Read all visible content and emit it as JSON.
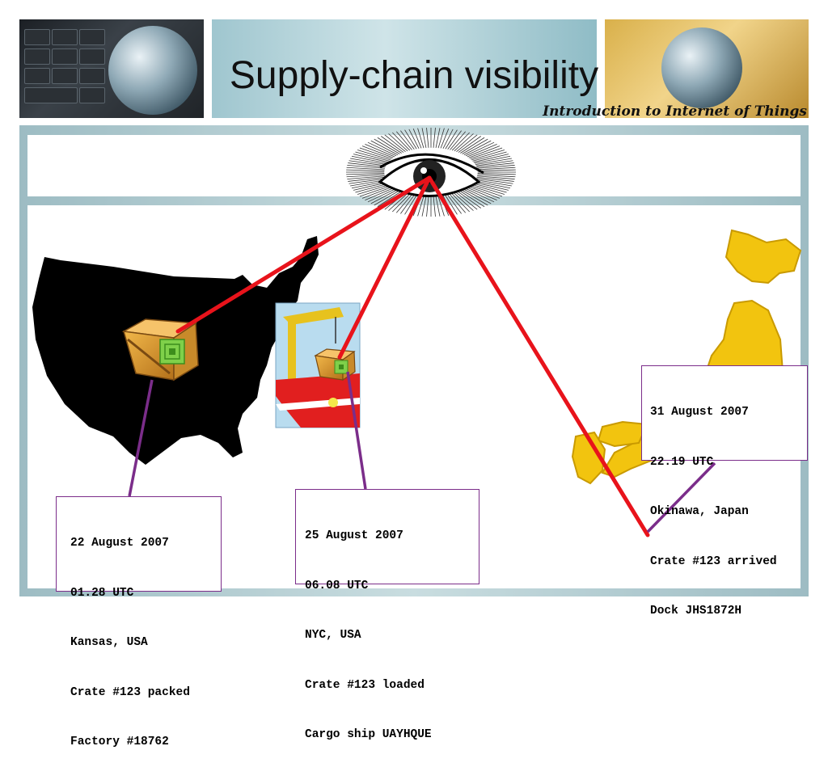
{
  "slide": {
    "title": "Supply-chain visibility",
    "subtitle": "Introduction to Internet of Things"
  },
  "events": [
    {
      "date": "22 August 2007",
      "time": "01.28 UTC",
      "location": "Kansas, USA",
      "status": "Crate #123 packed",
      "detail": "Factory #18762"
    },
    {
      "date": "25 August 2007",
      "time": "06.08 UTC",
      "location": "NYC, USA",
      "status": "Crate #123 loaded",
      "detail": "Cargo ship UAYHQUE"
    },
    {
      "date": "31 August 2007",
      "time": "22.19 UTC",
      "location": "Okinawa, Japan",
      "status": "Crate #123 arrived",
      "detail": "Dock JHS1872H"
    }
  ],
  "colors": {
    "tracking_line": "#e8131b",
    "connector": "#7b2d8a",
    "japan": "#f2c40f",
    "usa": "#000000"
  },
  "icons": [
    "eye-icon",
    "usa-map-icon",
    "japan-map-icon",
    "crate-icon",
    "cargo-ship-icon",
    "globe-icon",
    "keyboard-icon"
  ]
}
